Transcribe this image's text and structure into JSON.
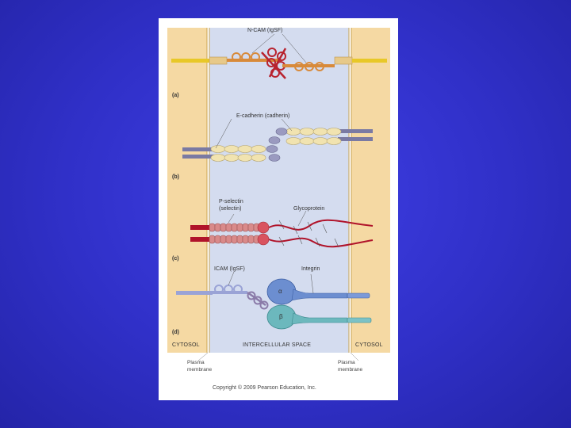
{
  "panels": {
    "a": {
      "tag": "(a)",
      "label": "N-CAM (IgSF)"
    },
    "b": {
      "tag": "(b)",
      "label": "E-cadherin (cadherin)"
    },
    "c": {
      "tag": "(c)",
      "label_p_selectin_1": "P-selectin",
      "label_p_selectin_2": "(selectin)",
      "label_glyco": "Glycoprotein"
    },
    "d": {
      "tag": "(d)",
      "label_icam": "ICAM (IgSF)",
      "label_integrin": "Integrin",
      "alpha": "α",
      "beta": "β"
    }
  },
  "zones": {
    "cytosol_left": "CYTOSOL",
    "intercellular": "INTERCELLULAR SPACE",
    "cytosol_right": "CYTOSOL"
  },
  "membranes": {
    "left_1": "Plasma",
    "left_2": "membrane",
    "right_1": "Plasma",
    "right_2": "membrane"
  },
  "copyright": "Copyright © 2009 Pearson Education, Inc.",
  "colors": {
    "background": "#3232cc",
    "cytosol": "#f5d9a3",
    "intercellular": "#d4dcef",
    "ncam": "#d88a3a",
    "ncam_red": "#b8232f",
    "cadherin": "#f1e3b0",
    "cadherin_tail": "#7a7aa3",
    "selectin": "#d98a8a",
    "selectin_tail": "#b0132a",
    "icam": "#9aa3d6",
    "integrin_alpha": "#6c8ed0",
    "integrin_beta": "#6cb8bd"
  }
}
